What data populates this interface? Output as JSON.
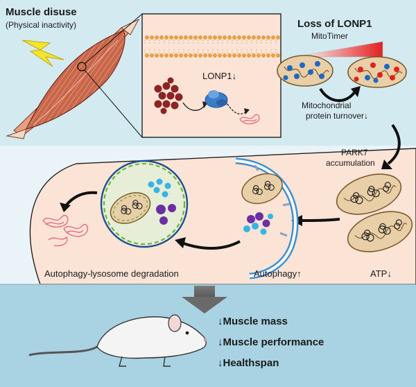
{
  "top_left": {
    "title": "Muscle disuse",
    "subtitle": "(Physical inactivity)"
  },
  "inset": {
    "lonp1_label": "LONP1↓"
  },
  "top_right": {
    "title": "Loss of LONP1",
    "mitotimer_label": "MitoTimer",
    "turnover_line1": "Mitochondrial",
    "turnover_line2": "protein turnover↓"
  },
  "middle": {
    "park7_line1": "PARK7",
    "park7_line2": "accumulation",
    "degradation_label": "Autophagy-lysosome degradation",
    "autophagy_label": "Autophagy↑",
    "atp_label": "ATP↓"
  },
  "bottom": {
    "outcomes": [
      "↓Muscle mass",
      "↓Muscle performance",
      "↓Healthspan"
    ]
  },
  "colors": {
    "top_bg": "#d4eaf1",
    "mid_bg": "#fbe3d6",
    "bottom_bg": "#a9d3e2",
    "muscle": "#c8664a",
    "mito_fill": "#e8cfa8",
    "mito_outline": "#7a5a2a",
    "blue_dot": "#1e67c2",
    "red_dot": "#e0221f",
    "dark_red": "#8b2525",
    "lysosome_green": "#6fb13c",
    "autophagy_blue": "#3f8fd3",
    "purple": "#6d2ea4",
    "cyan": "#37b4e6"
  }
}
